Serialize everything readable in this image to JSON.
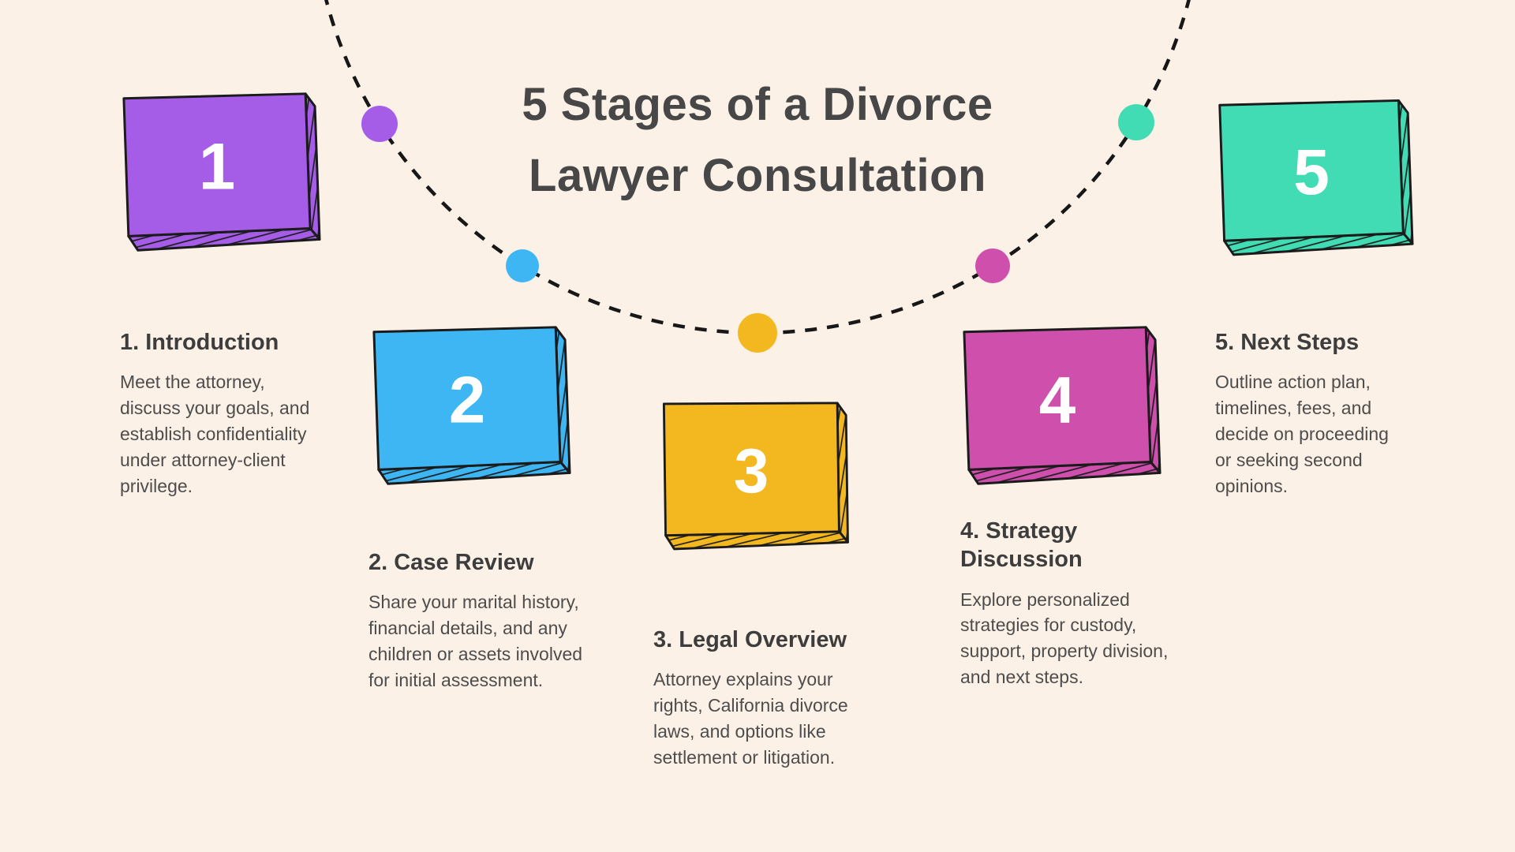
{
  "page": {
    "background": "#fcf1e6",
    "title_line1": "5 Stages of a Divorce",
    "title_line2": "Lawyer Consultation",
    "title_color": "#474747",
    "line_color": "#171717"
  },
  "stages": [
    {
      "number": "1",
      "color": "#a55de8",
      "heading": "1. Introduction",
      "body": "Meet the attorney, discuss your goals, and establish confidentiality under attorney-client privilege."
    },
    {
      "number": "2",
      "color": "#3eb6f3",
      "heading": "2. Case Review",
      "body": "Share your marital history, financial details, and any children or assets involved for initial assessment."
    },
    {
      "number": "3",
      "color": "#f3b71f",
      "heading": "3. Legal Overview",
      "body": "Attorney explains your rights, California divorce laws, and options like settlement or litigation."
    },
    {
      "number": "4",
      "color": "#cf4fad",
      "heading": "4. Strategy Discussion",
      "body": "Explore personalized strategies for custody, support, property division, and next steps."
    },
    {
      "number": "5",
      "color": "#41dcb4",
      "heading": "5. Next Steps",
      "body": "Outline action plan, timelines, fees, and decide on proceeding or seeking second opinions."
    }
  ]
}
